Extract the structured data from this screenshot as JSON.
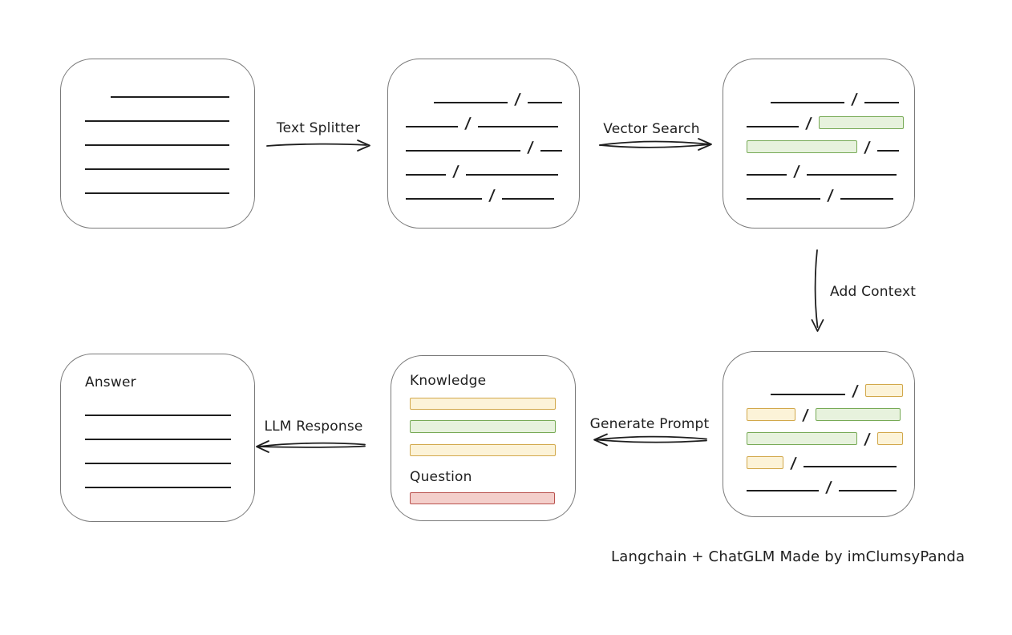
{
  "caption": {
    "text": "Langchain + ChatGLM Made by imClumsyPanda"
  },
  "colors": {
    "ink": "#1e1e1e",
    "box_border": "#7a7a7a",
    "green_fill": "#e7f2dd",
    "green_border": "#77aa56",
    "yellow_fill": "#fcf3d8",
    "yellow_border": "#d2a84b",
    "red_fill": "#f4cfcb",
    "red_border": "#b9514d"
  },
  "arrows": {
    "text_splitter": {
      "label": "Text Splitter"
    },
    "vector_search": {
      "label": "Vector Search"
    },
    "add_context": {
      "label": "Add Context"
    },
    "generate_prompt": {
      "label": "Generate Prompt"
    },
    "llm_response": {
      "label": "LLM Response"
    }
  },
  "boxes": {
    "document": {
      "rows": [
        {
          "name": "text-line-row",
          "indent": 32,
          "segments": [
            {
              "type": "line",
              "w": 148
            }
          ]
        },
        {
          "name": "text-line-row",
          "segments": [
            {
              "type": "line",
              "w": 180
            }
          ]
        },
        {
          "name": "text-line-row",
          "segments": [
            {
              "type": "line",
              "w": 180
            }
          ]
        },
        {
          "name": "text-line-row",
          "segments": [
            {
              "type": "line",
              "w": 180
            }
          ]
        },
        {
          "name": "text-line-row",
          "segments": [
            {
              "type": "line",
              "w": 180
            }
          ]
        }
      ]
    },
    "chunks": {
      "rows": [
        {
          "name": "chunk-row",
          "indent": 35,
          "segments": [
            {
              "type": "line",
              "w": 92
            },
            {
              "type": "slash"
            },
            {
              "type": "line",
              "w": 43
            }
          ]
        },
        {
          "name": "chunk-row",
          "segments": [
            {
              "type": "line",
              "w": 65
            },
            {
              "type": "slash"
            },
            {
              "type": "line",
              "w": 100
            }
          ]
        },
        {
          "name": "chunk-row",
          "segments": [
            {
              "type": "line",
              "w": 143
            },
            {
              "type": "slash"
            },
            {
              "type": "line",
              "w": 27
            }
          ]
        },
        {
          "name": "chunk-row",
          "segments": [
            {
              "type": "line",
              "w": 50
            },
            {
              "type": "slash"
            },
            {
              "type": "line",
              "w": 115
            }
          ]
        },
        {
          "name": "chunk-row",
          "segments": [
            {
              "type": "line",
              "w": 95
            },
            {
              "type": "slash"
            },
            {
              "type": "line",
              "w": 65
            }
          ]
        }
      ]
    },
    "matched": {
      "rows": [
        {
          "name": "chunk-row",
          "indent": 30,
          "segments": [
            {
              "type": "line",
              "w": 92
            },
            {
              "type": "slash"
            },
            {
              "type": "line",
              "w": 43
            }
          ]
        },
        {
          "name": "chunk-row",
          "segments": [
            {
              "type": "line",
              "w": 65
            },
            {
              "type": "slash"
            },
            {
              "type": "chip",
              "color": "green",
              "w": 104
            }
          ]
        },
        {
          "name": "chunk-row",
          "segments": [
            {
              "type": "chip",
              "color": "green",
              "w": 136
            },
            {
              "type": "slash"
            },
            {
              "type": "line",
              "w": 27
            }
          ]
        },
        {
          "name": "chunk-row",
          "segments": [
            {
              "type": "line",
              "w": 50
            },
            {
              "type": "slash"
            },
            {
              "type": "line",
              "w": 112
            }
          ]
        },
        {
          "name": "chunk-row",
          "segments": [
            {
              "type": "line",
              "w": 92
            },
            {
              "type": "slash"
            },
            {
              "type": "line",
              "w": 66
            }
          ]
        }
      ]
    },
    "context": {
      "rows": [
        {
          "name": "chunk-row",
          "indent": 30,
          "segments": [
            {
              "type": "line",
              "w": 93
            },
            {
              "type": "slash"
            },
            {
              "type": "chip",
              "color": "yellow",
              "w": 45
            }
          ]
        },
        {
          "name": "chunk-row",
          "segments": [
            {
              "type": "chip",
              "color": "yellow",
              "w": 59
            },
            {
              "type": "slash"
            },
            {
              "type": "chip",
              "color": "green",
              "w": 104
            }
          ]
        },
        {
          "name": "chunk-row",
          "segments": [
            {
              "type": "chip",
              "color": "green",
              "w": 136
            },
            {
              "type": "slash"
            },
            {
              "type": "chip",
              "color": "yellow",
              "w": 30
            }
          ]
        },
        {
          "name": "chunk-row",
          "segments": [
            {
              "type": "chip",
              "color": "yellow",
              "w": 44
            },
            {
              "type": "slash"
            },
            {
              "type": "line",
              "w": 116
            }
          ]
        },
        {
          "name": "chunk-row",
          "segments": [
            {
              "type": "line",
              "w": 90
            },
            {
              "type": "slash"
            },
            {
              "type": "line",
              "w": 72
            }
          ]
        }
      ]
    },
    "prompt": {
      "rows": [
        {
          "name": "knowledge-label-row",
          "cls": "auto",
          "mt": 22,
          "segments": [
            {
              "type": "label",
              "text": "Knowledge",
              "name": "knowledge-label"
            }
          ]
        },
        {
          "name": "knowledge-bar-row",
          "cls": "auto",
          "mt": 12,
          "segments": [
            {
              "type": "bar",
              "color": "yellow",
              "w": 180
            }
          ]
        },
        {
          "name": "knowledge-bar-row",
          "cls": "auto",
          "mt": 13,
          "segments": [
            {
              "type": "bar",
              "color": "green",
              "w": 180,
              "h": 14
            }
          ]
        },
        {
          "name": "knowledge-bar-row",
          "cls": "auto",
          "mt": 14,
          "segments": [
            {
              "type": "bar",
              "color": "yellow",
              "w": 180
            }
          ]
        },
        {
          "name": "question-label-row",
          "cls": "auto",
          "mt": 17,
          "segments": [
            {
              "type": "label",
              "text": "Question",
              "name": "question-label"
            }
          ]
        },
        {
          "name": "question-bar-row",
          "cls": "auto",
          "mt": 10,
          "segments": [
            {
              "type": "bar",
              "color": "red",
              "w": 179
            }
          ]
        }
      ]
    },
    "answer": {
      "rows": [
        {
          "name": "answer-label-row",
          "cls": "auto",
          "mt": 26,
          "segments": [
            {
              "type": "label",
              "text": "Answer",
              "name": "answer-label"
            }
          ]
        },
        {
          "name": "text-line-row",
          "mt": 3,
          "segments": [
            {
              "type": "line",
              "w": 182
            }
          ]
        },
        {
          "name": "text-line-row",
          "segments": [
            {
              "type": "line",
              "w": 182
            }
          ]
        },
        {
          "name": "text-line-row",
          "segments": [
            {
              "type": "line",
              "w": 182
            }
          ]
        },
        {
          "name": "text-line-row",
          "segments": [
            {
              "type": "line",
              "w": 182
            }
          ]
        }
      ]
    }
  }
}
